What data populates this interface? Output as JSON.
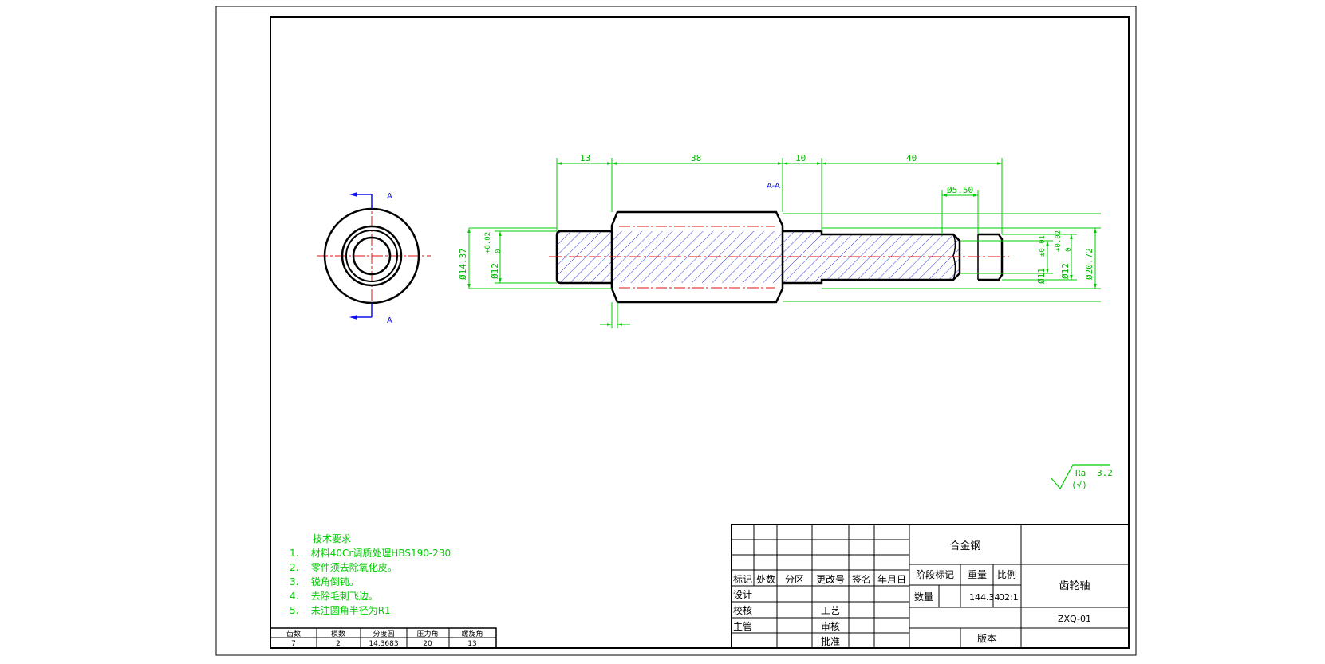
{
  "colors": {
    "outline": "#000000",
    "dimension": "#00cc00",
    "centerline": "#e01010",
    "hatch": "#2222dd",
    "section_marker": "#1010ee"
  },
  "section": {
    "label_top": "A",
    "label_bottom": "A",
    "view_label": "A-A"
  },
  "dimensions": {
    "d13": "13",
    "d38": "38",
    "d10": "10",
    "d40": "40",
    "d550": "Ø5.50",
    "dia1437": "Ø14.37",
    "tol_left_upper": "+0.02",
    "tol_left_lower": "0",
    "dia12_left": "Ø12",
    "dia11": "Ø11",
    "tol11": "±0.01",
    "tol_right_upper": "+0.02",
    "tol_right_lower": "0",
    "dia12_right": "Ø12",
    "dia2072": "Ø20.72"
  },
  "roughness": {
    "ra_label": "Ra",
    "ra_value": "3.2",
    "symbol": "(√)"
  },
  "tech_requirements": {
    "title": "技术要求",
    "items": [
      "1.    材料40Cr调质处理HBS190-230",
      "2.    零件须去除氧化皮。",
      "3.    锐角倒钝。",
      "4.    去除毛刺飞边。",
      "5.    未注圆角半径为R1"
    ]
  },
  "gear_params": {
    "headers": [
      "齿数",
      "模数",
      "分度圆",
      "压力角",
      "螺旋角"
    ],
    "values": [
      "7",
      "2",
      "14.3683",
      "20",
      "13"
    ]
  },
  "title_block": {
    "material": "合金钢",
    "rev_headers": [
      "标记",
      "处数",
      "分区",
      "更改号",
      "签名",
      "年月日"
    ],
    "stage_mark": "阶段标记",
    "weight": "重量",
    "scale": "比例",
    "part_name": "齿轮轴",
    "quantity": "数量",
    "weight_value": "144.34",
    "scale_value": "02:1",
    "part_number": "ZXQ-01",
    "design": "设计",
    "check": "校核",
    "supervisor": "主管",
    "process": "工艺",
    "review": "审核",
    "approve": "批准",
    "version": "版本"
  }
}
